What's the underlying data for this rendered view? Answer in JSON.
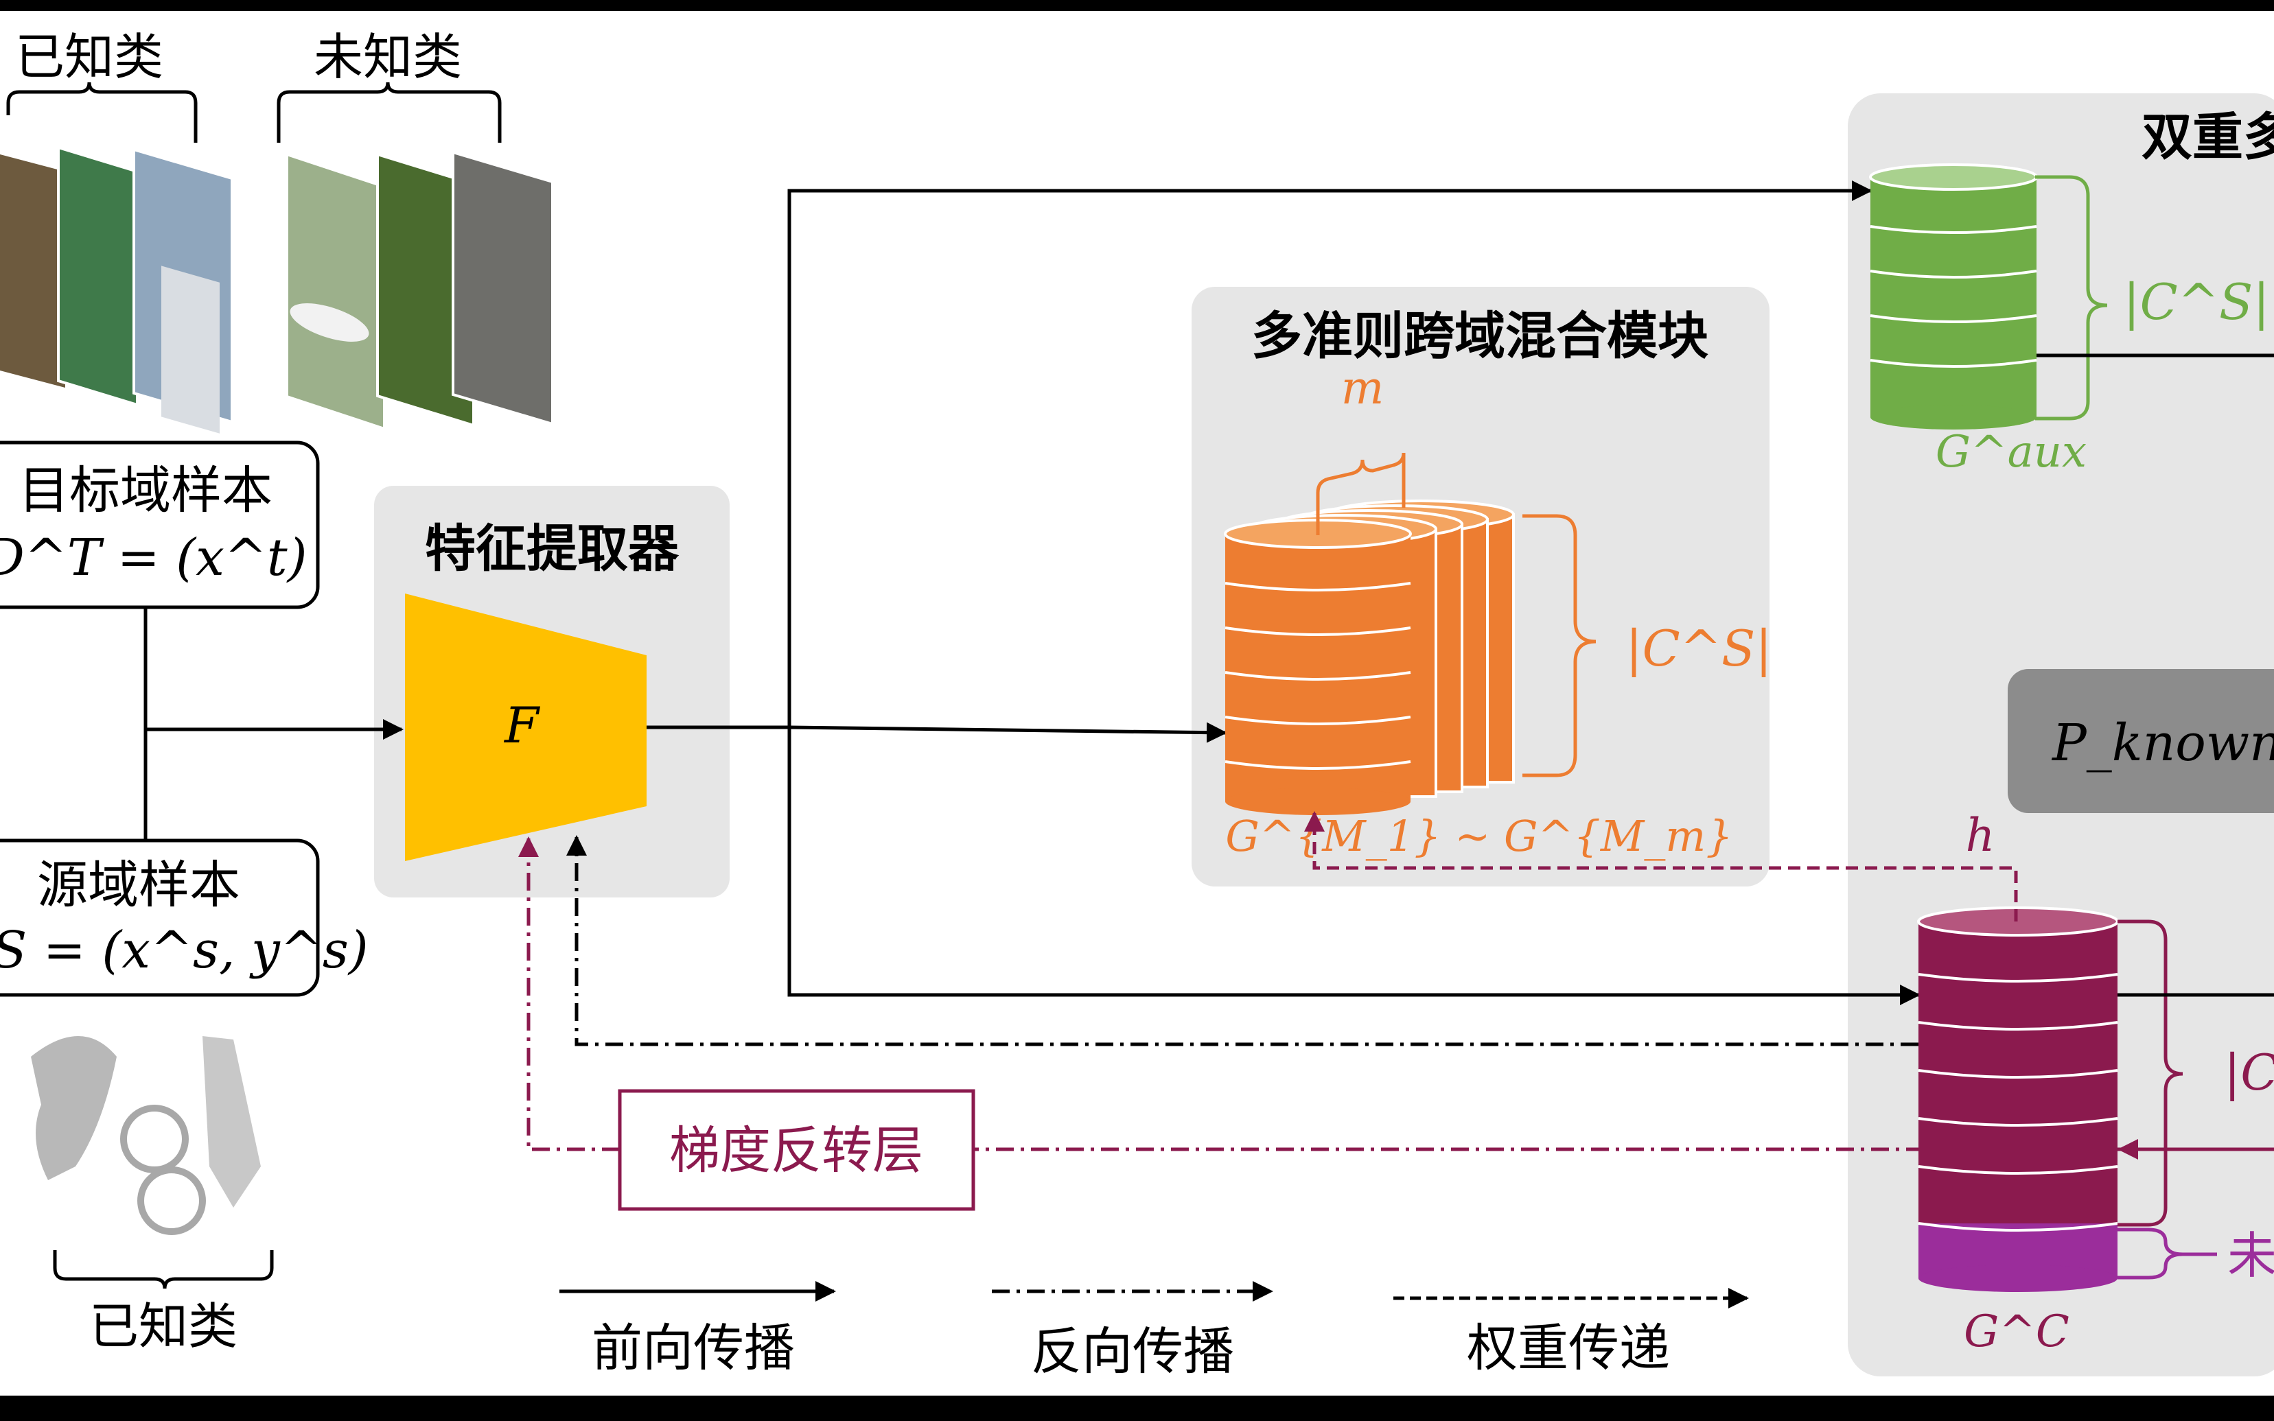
{
  "labels": {
    "known_top": "已知类",
    "unknown_top": "未知类",
    "target_title": "目标域样本",
    "target_formula": "D^T = (x^t)",
    "source_title": "源域样本",
    "source_formula": "D^S = (x^s, y^s)",
    "known_bottom": "已知类",
    "extractor_title": "特征提取器",
    "extractor_symbol": "F",
    "mixing_title": "多准则跨域混合模块",
    "m_symbol": "m",
    "cs_orange": "|C^S|",
    "gm_label": "G^{M_1} ~ G^{M_m}",
    "h_label": "h",
    "dual_title": "双重多",
    "cs_green": "|C^S|",
    "gaux_label": "G^aux",
    "pknown_label": "P_known(x",
    "cs_purple": "|C",
    "gc_label": "G^C",
    "unknown_right": "未",
    "grl_label": "梯度反转层"
  },
  "legend": [
    {
      "label": "前向传播",
      "style": "solid"
    },
    {
      "label": "反向传播",
      "style": "dash-dot"
    },
    {
      "label": "权重传递",
      "style": "dashed"
    }
  ],
  "colors": {
    "orange": "#ED7D31",
    "green": "#70AD47",
    "crimson": "#8B1A4E",
    "magenta": "#9B2D9B",
    "yellow": "#FFC000",
    "panel": "#E6E6E6",
    "gray_box": "#8C8C8C"
  }
}
